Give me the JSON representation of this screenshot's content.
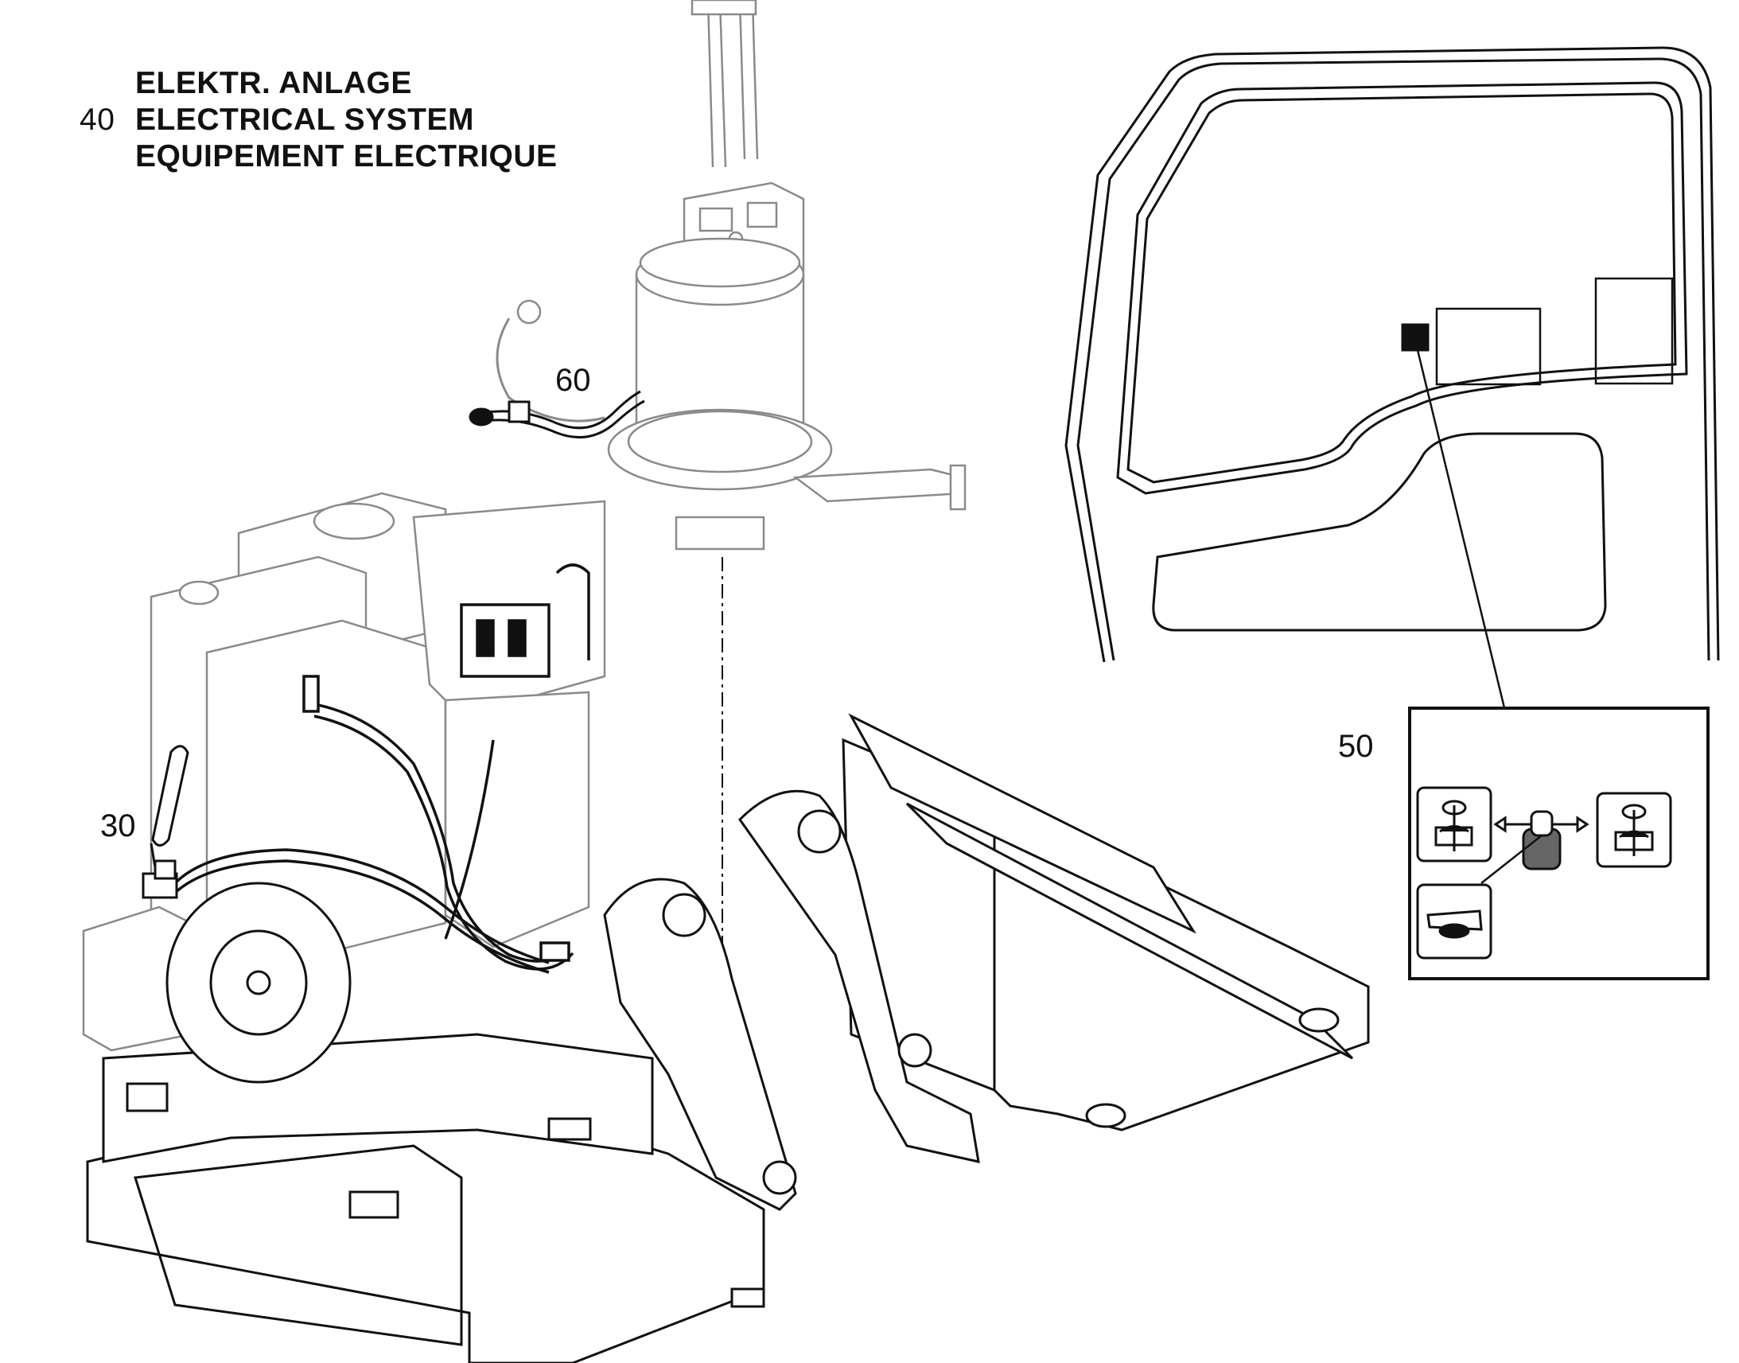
{
  "section": {
    "number": "40",
    "title_de": "ELEKTR. ANLAGE",
    "title_en": "ELECTRICAL SYSTEM",
    "title_fr": "EQUIPEMENT ELECTRIQUE"
  },
  "callouts": {
    "c30": "30",
    "c50": "50",
    "c60": "60"
  },
  "colors": {
    "line": "#111111",
    "light_line": "#9a9a9a",
    "fill": "#ffffff"
  },
  "icons": [
    "rotate-left-icon",
    "rotate-right-icon",
    "horn-icon",
    "joystick-icon"
  ]
}
